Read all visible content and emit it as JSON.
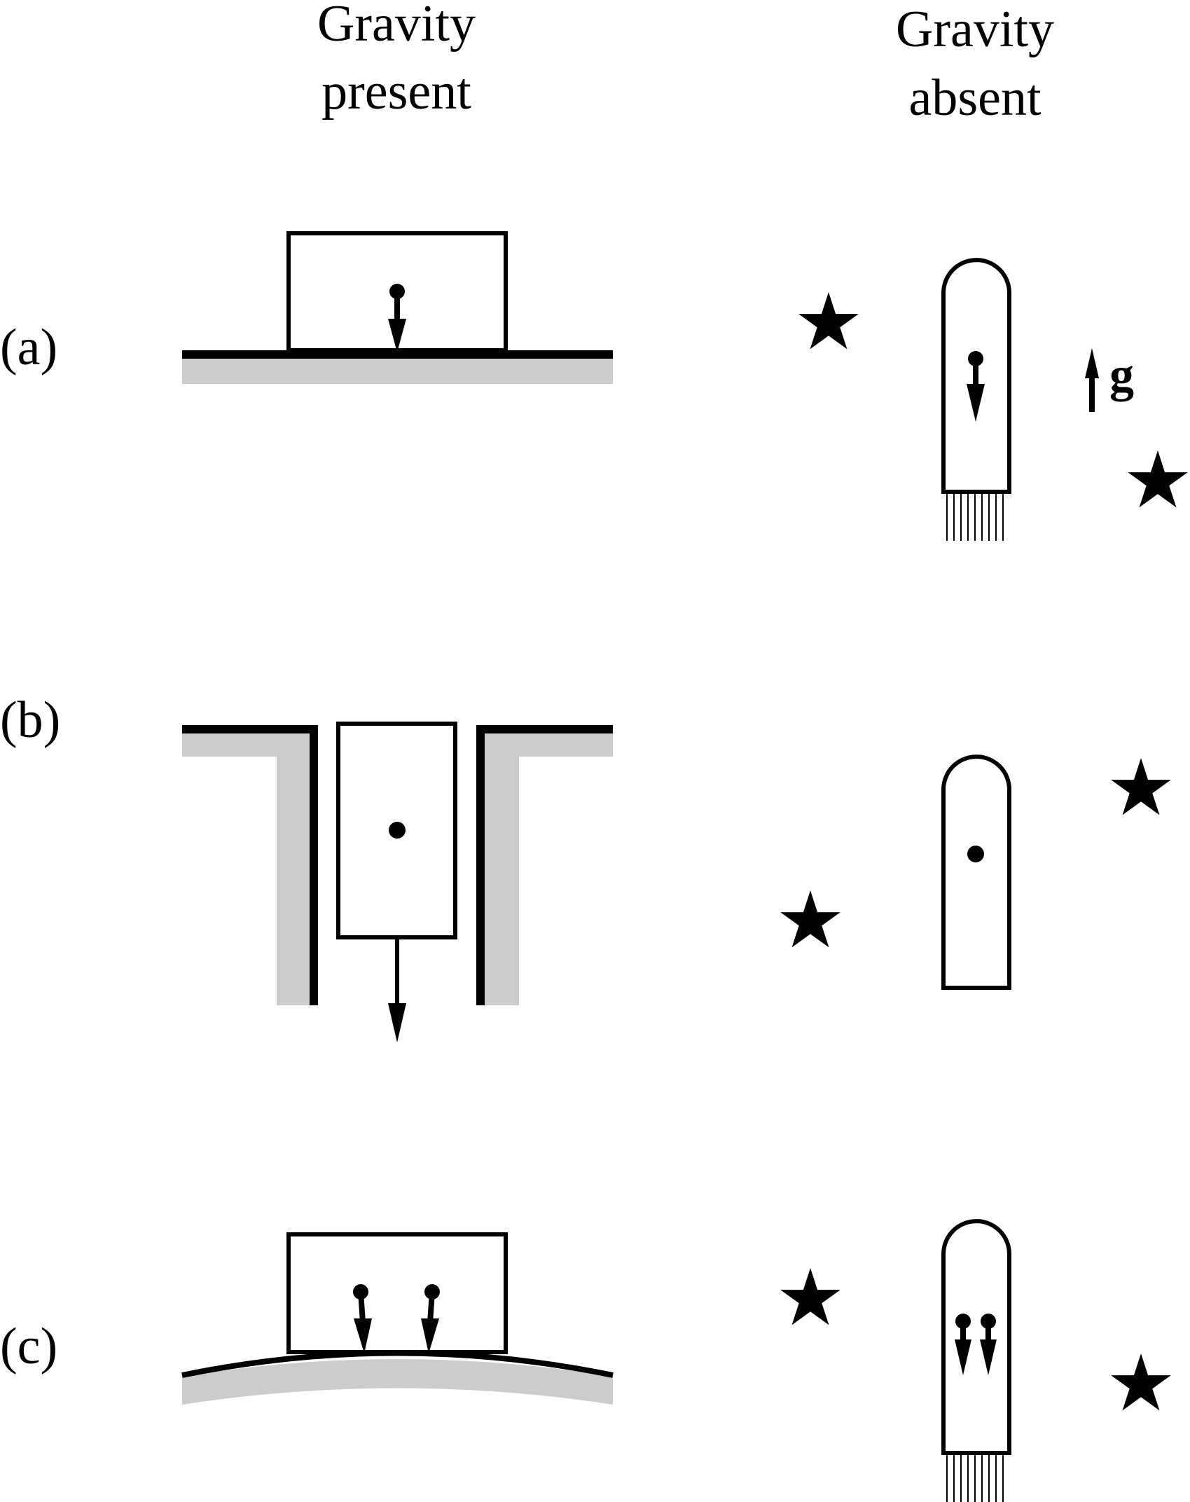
{
  "columns": {
    "present": {
      "line1": "Gravity",
      "line2": "present"
    },
    "absent": {
      "line1": "Gravity",
      "line2": "absent"
    }
  },
  "rows": [
    {
      "label": "(a)"
    },
    {
      "label": "(b)"
    },
    {
      "label": "(c)"
    }
  ],
  "gravity_vector_label": "g",
  "colors": {
    "ink": "#000000",
    "ground": "#cccccc",
    "background": "#ffffff"
  }
}
